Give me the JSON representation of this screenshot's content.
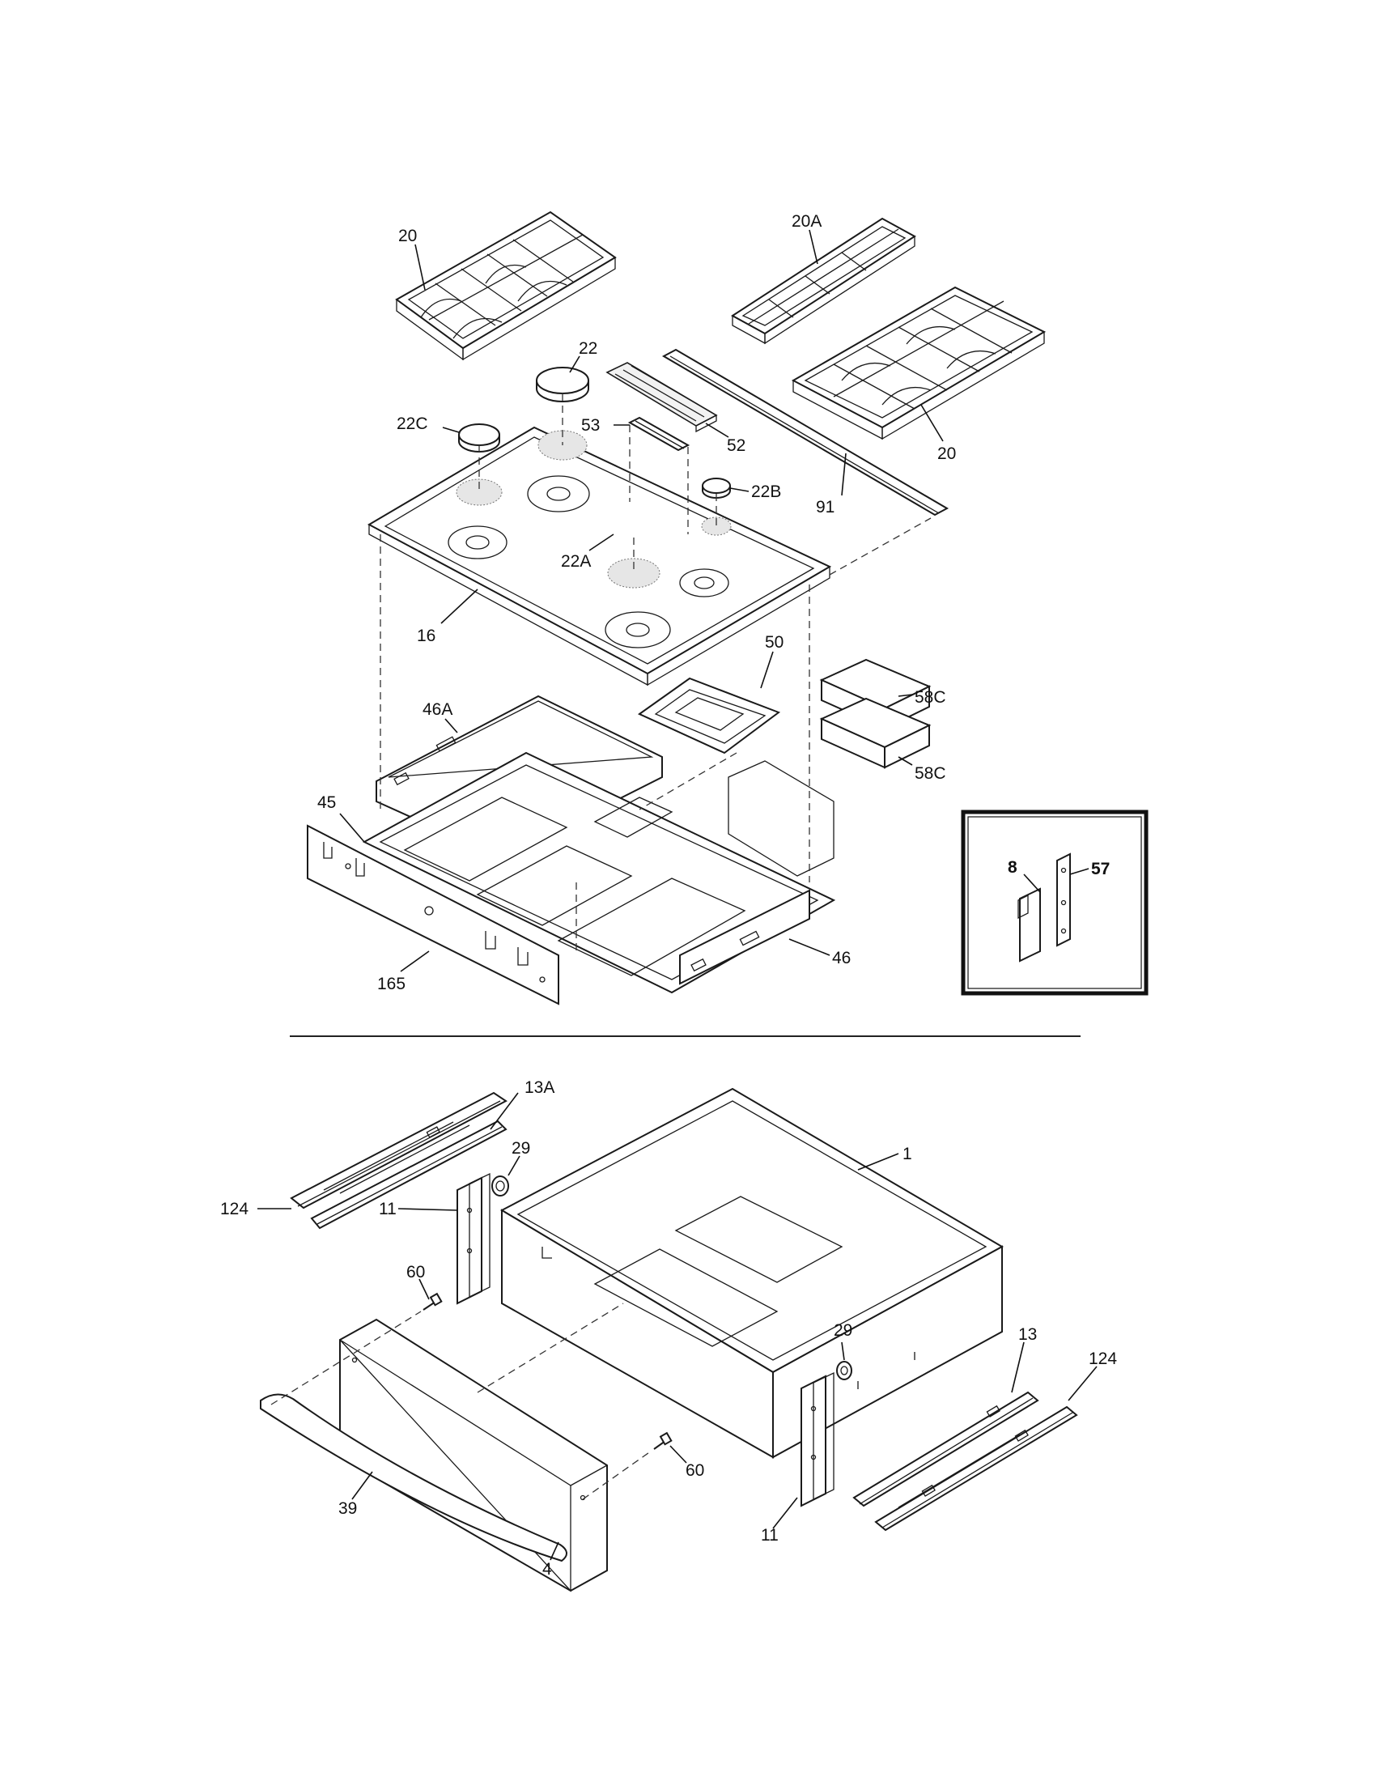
{
  "diagram": {
    "labels": {
      "l20a": "20",
      "l20b": "20",
      "l20A": "20A",
      "l22": "22",
      "l22C": "22C",
      "l22B": "22B",
      "l22A": "22A",
      "l53": "53",
      "l52": "52",
      "l91": "91",
      "l16": "16",
      "l50": "50",
      "l46A": "46A",
      "l58Ca": "58C",
      "l58Cb": "58C",
      "l45": "45",
      "l46": "46",
      "l165": "165",
      "l8": "8",
      "l57": "57",
      "l13A": "13A",
      "l1": "1",
      "l29a": "29",
      "l29b": "29",
      "l124a": "124",
      "l124b": "124",
      "l11a": "11",
      "l11b": "11",
      "l60a": "60",
      "l60b": "60",
      "l13": "13",
      "l39": "39",
      "l4": "4"
    }
  }
}
